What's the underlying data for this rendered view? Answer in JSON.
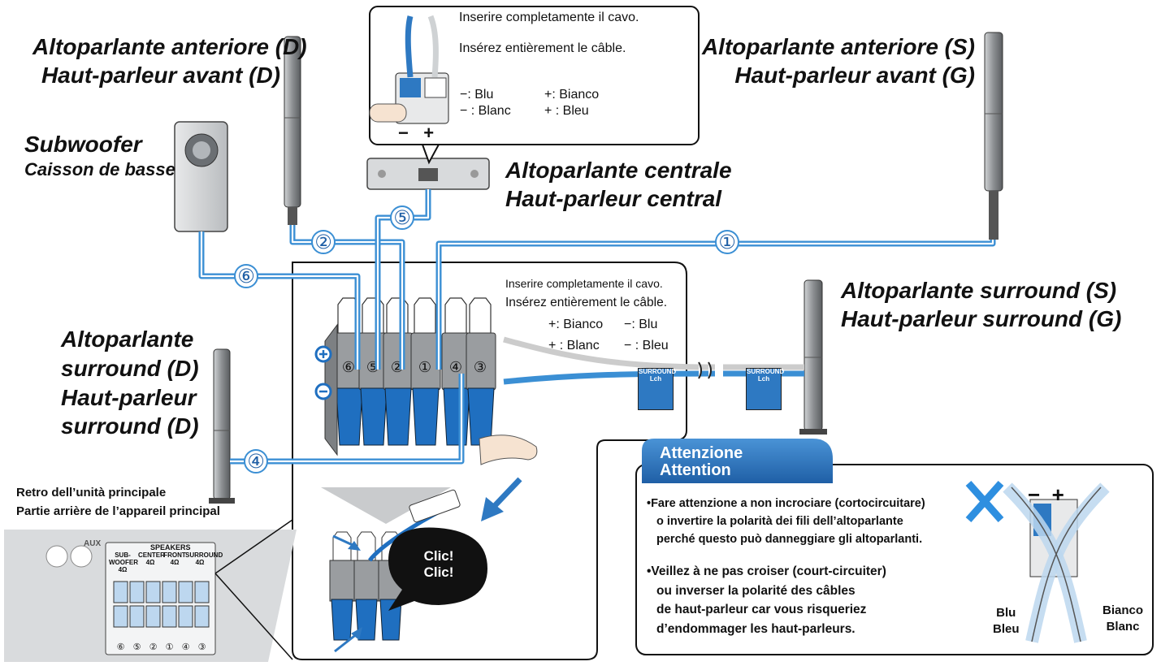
{
  "labels": {
    "front_right_it": "Altoparlante anteriore (D)",
    "front_right_fr": "Haut-parleur avant (D)",
    "front_left_it": "Altoparlante anteriore (S)",
    "front_left_fr": "Haut-parleur avant (G)",
    "subwoofer_it": "Subwoofer",
    "subwoofer_fr": "Caisson de basse",
    "center_it": "Altoparlante centrale",
    "center_fr": "Haut-parleur central",
    "surround_left_it": "Altoparlante surround (S)",
    "surround_left_fr": "Haut-parleur surround (G)",
    "surround_right_it_1": "Altoparlante",
    "surround_right_it_2": "surround (D)",
    "surround_right_fr_1": "Haut-parleur",
    "surround_right_fr_2": "surround (D)",
    "rear_it": "Retro dell’unità principale",
    "rear_fr": "Partie arrière de l’appareil principal"
  },
  "top_callout": {
    "insert_it": "Inserire completamente il cavo.",
    "insert_fr": "Insérez entièrement le câble.",
    "minus_it": "−: Blu",
    "plus_it": "+: Bianco",
    "minus_fr": "− : Blanc",
    "plus_fr": "+ : Bleu"
  },
  "mid_callout": {
    "insert_it": "Inserire completamente il cavo.",
    "insert_fr": "Insérez entièrement le câble.",
    "plus_it": "+: Bianco",
    "minus_it": "−: Blu",
    "plus_fr": "+ : Blanc",
    "minus_fr": "− : Bleu"
  },
  "wire_numbers": [
    "①",
    "②",
    "③",
    "④",
    "⑤",
    "⑥"
  ],
  "terminal_order": [
    "⑥",
    "⑤",
    "②",
    "①",
    "④",
    "③"
  ],
  "panel": {
    "title": "SPEAKERS",
    "sub": "SUB-\nWOOFER\n4Ω",
    "center": "CENTER\n4Ω",
    "front": "FRONT\n4Ω",
    "surround": "SURROUND\n4Ω",
    "aux": "AUX"
  },
  "tag_text": "SURROUND\nLch",
  "click": "Clic!\nClic!",
  "caution": {
    "title_it": "Attenzione",
    "title_fr": "Attention",
    "it_1": "•Fare attenzione a non incrociare (cortocircuitare)",
    "it_2": "o invertire la polarità dei fili dell’altoparlante",
    "it_3": "perché questo può danneggiare gli altoparlanti.",
    "fr_1": "•Veillez à ne pas croiser (court-circuiter)",
    "fr_2": "ou inverser la polarité des câbles",
    "fr_3": "de haut-parleur car vous risqueriez",
    "fr_4": "d’endommager les haut-parleurs.",
    "blu": "Blu",
    "bleu": "Bleu",
    "bianco": "Bianco",
    "blanc": "Blanc"
  },
  "colors": {
    "wire_blue": "#3b8fd4",
    "terminal_blue": "#1f6fc0",
    "tab_blue": "#2e79c2",
    "grey": "#8f9397"
  }
}
